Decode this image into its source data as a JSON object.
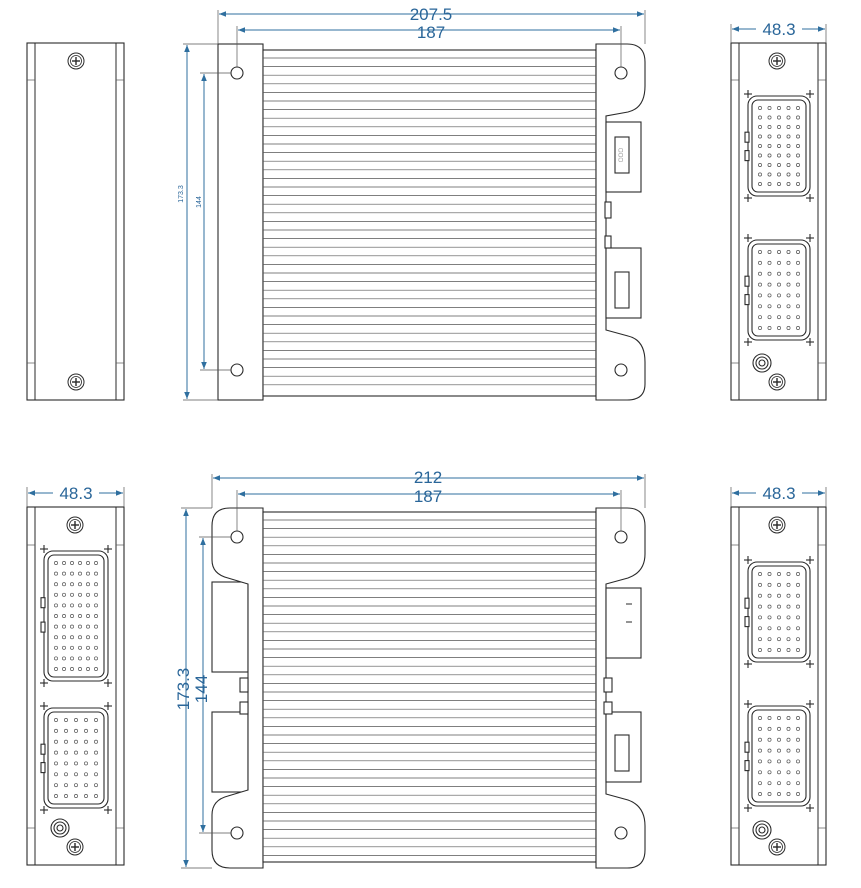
{
  "dimensions": {
    "view_top_center": {
      "overall_width": "207.5",
      "hole_spacing": "187",
      "overall_height": "173.3",
      "hole_height": "144"
    },
    "view_top_right": {
      "depth": "48.3"
    },
    "view_bottom_left": {
      "depth": "48.3"
    },
    "view_bottom_center": {
      "overall_width": "212",
      "hole_spacing": "187",
      "overall_height": "173.3",
      "hole_height": "144"
    },
    "view_bottom_right": {
      "depth": "48.3"
    }
  },
  "colors": {
    "dimension": "#2a6699",
    "outline": "#2a2a2a",
    "background": "#ffffff"
  }
}
